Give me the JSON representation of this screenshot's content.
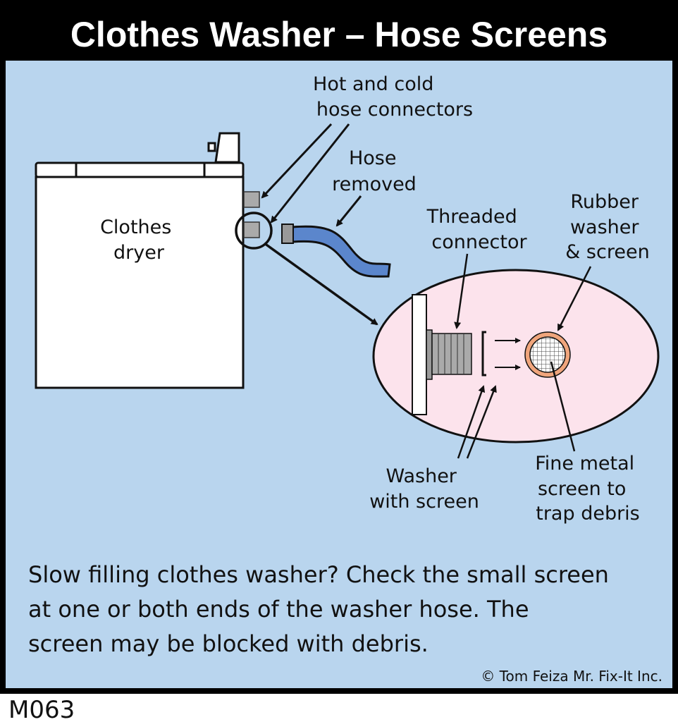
{
  "title": "Clothes Washer – Hose Screens",
  "labels": {
    "connectors": [
      "Hot and cold",
      "hose connectors"
    ],
    "hose_removed": [
      "Hose",
      "removed"
    ],
    "dryer": [
      "Clothes",
      "dryer"
    ],
    "threaded": [
      "Threaded",
      "connector"
    ],
    "rubber": [
      "Rubber",
      "washer",
      "& screen"
    ],
    "washer_screen": [
      "Washer",
      "with screen"
    ],
    "fine_metal": [
      "Fine metal",
      "screen to",
      "trap debris"
    ]
  },
  "caption": [
    "Slow filling clothes washer? Check the small screen",
    "at one or both ends of the washer hose. The",
    "screen may be blocked with debris."
  ],
  "copyright": "© Tom Feiza Mr. Fix-It Inc.",
  "code": "M063",
  "colors": {
    "panel": "#b9d5ee",
    "zoom": "#fce3ec",
    "hose": "#5b86cc",
    "washer": "#f0a57c"
  }
}
